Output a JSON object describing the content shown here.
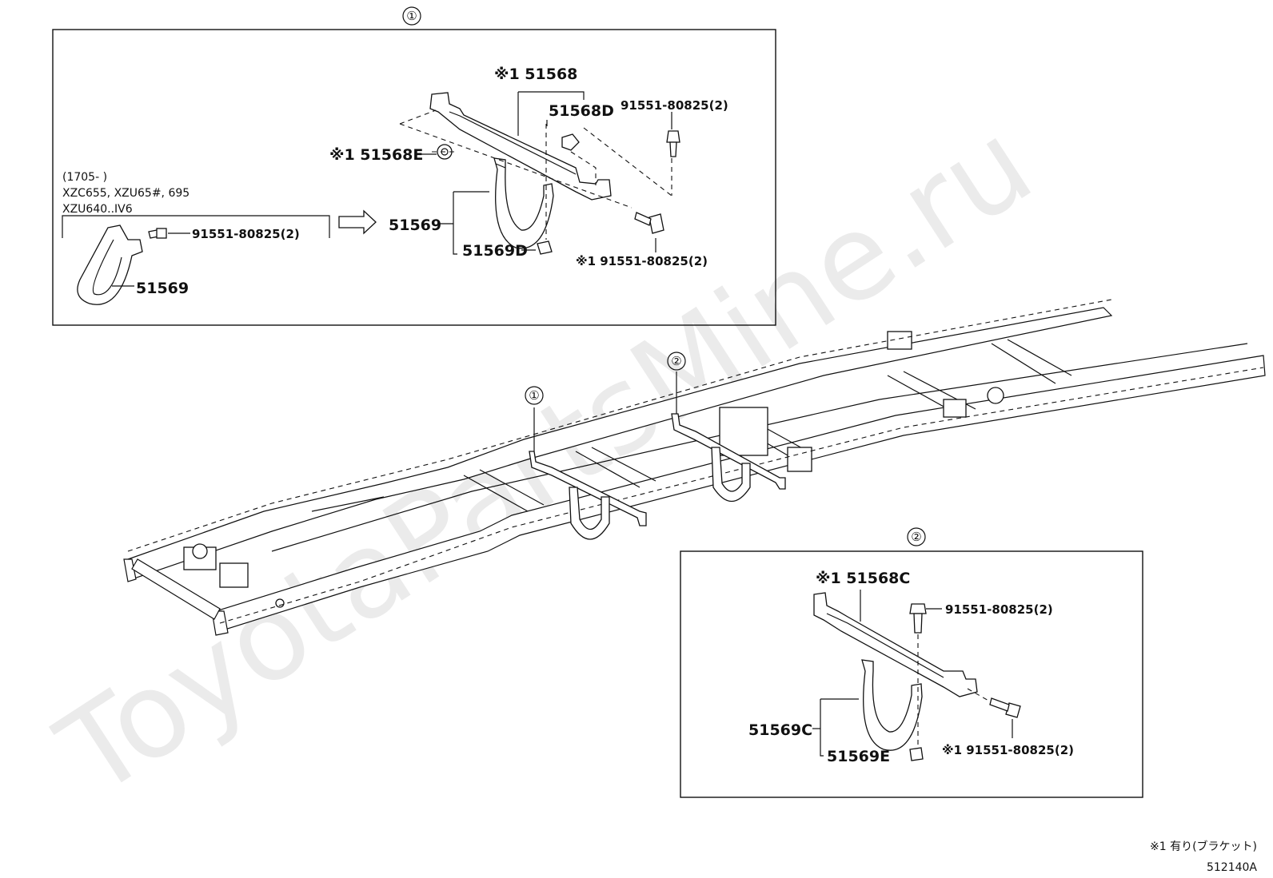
{
  "watermark": "ToyotaPartsMine.ru",
  "diagram_id": "512140A",
  "legend_note": "※1 有り(ブラケット)",
  "callouts": {
    "c1": "①",
    "c2": "②"
  },
  "box1": {
    "callout": "①",
    "applicability": {
      "line1": "(1705-      )",
      "line2": "XZC655, XZU65#, 695",
      "line3": "XZU640..IV6"
    },
    "labels": {
      "p51568": "※1 51568",
      "p51568D": "51568D",
      "p91551_top": "91551-80825(2)",
      "p51568E": "※1 51568E",
      "p51569": "51569",
      "p51569D": "51569D",
      "p91551_low": "※1 91551-80825(2)",
      "alt_bolt": "91551-80825(2)",
      "alt_51569": "51569"
    }
  },
  "box2": {
    "callout": "②",
    "labels": {
      "p51568C": "※1 51568C",
      "p91551_top": "91551-80825(2)",
      "p51569C": "51569C",
      "p51569E": "51569E",
      "p91551_low": "※1 91551-80825(2)"
    }
  }
}
